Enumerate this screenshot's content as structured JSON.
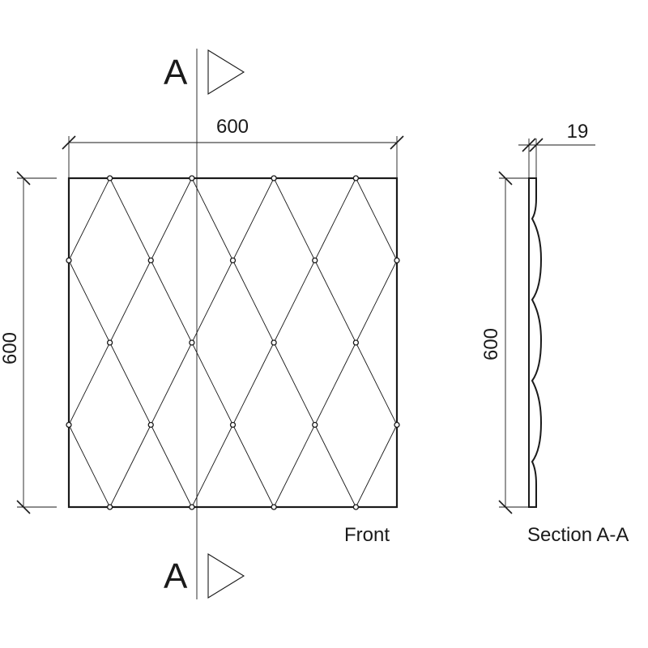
{
  "front_view": {
    "width_label": "600",
    "height_label": "600",
    "caption": "Front",
    "section_marker_top": "A",
    "section_marker_bottom": "A",
    "diamond_columns": 4,
    "diamond_rows": 4
  },
  "section_view": {
    "thickness_label": "19",
    "height_label": "600",
    "caption": "Section A-A"
  },
  "line_color": "#1a1a1a"
}
